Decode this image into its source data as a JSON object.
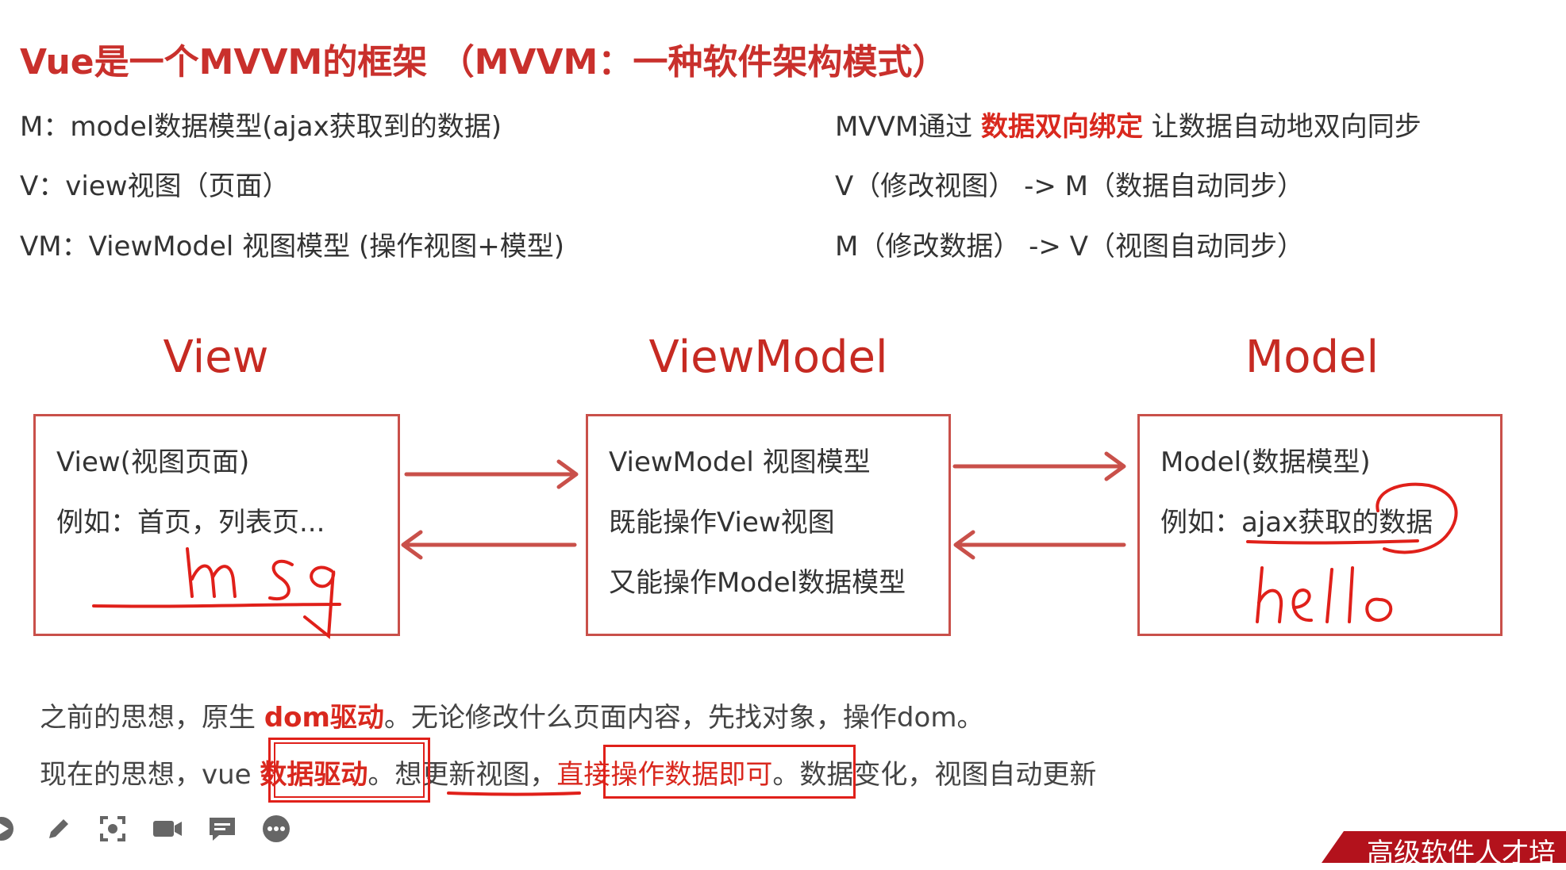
{
  "title": "Vue是一个MVVM的框架 （MVVM：一种软件架构模式）",
  "left_lines": [
    "M：model数据模型(ajax获取到的数据)",
    "V：view视图（页面）",
    "VM：ViewModel 视图模型 (操作视图+模型)"
  ],
  "right_lines": {
    "line1_prefix": "MVVM通过 ",
    "line1_highlight": "数据双向绑定",
    "line1_suffix": " 让数据自动地双向同步",
    "line2": "V（修改视图） -> M（数据自动同步）",
    "line3": "M（修改数据） -> V（视图自动同步）"
  },
  "columns": {
    "view": {
      "heading": "View",
      "box_line1": "View(视图页面)",
      "box_line2": "例如：首页，列表页..."
    },
    "viewmodel": {
      "heading": "ViewModel",
      "box_line1": "ViewModel 视图模型",
      "box_line2": "既能操作View视图",
      "box_line3": "又能操作Model数据模型"
    },
    "model": {
      "heading": "Model",
      "box_line1": "Model(数据模型)",
      "box_line2": "例如：ajax获取的数据"
    }
  },
  "handwriting": {
    "view_note": "msg",
    "model_note": "hello"
  },
  "bottom": {
    "line1_prefix": "之前的思想，原生 ",
    "line1_highlight": "dom驱动",
    "line1_suffix": "。无论修改什么页面内容，先找对象，操作dom。",
    "line2_prefix": "现在的思想，vue ",
    "line2_highlight": "数据驱动",
    "line2_mid": "。想更新视图，",
    "line2_boxed": "直接操作数据即可",
    "line2_suffix": "。数据变化，视图自动更新"
  },
  "toolbar": {
    "icons": [
      "play-icon",
      "pen-icon",
      "screenshot-icon",
      "camera-icon",
      "comment-icon",
      "more-icon"
    ]
  },
  "footer_brand": "高级软件人才培",
  "colors": {
    "accent": "#c9302c",
    "highlight": "#d9281e",
    "box_border": "#c9504a",
    "annotation": "#e0201a"
  }
}
